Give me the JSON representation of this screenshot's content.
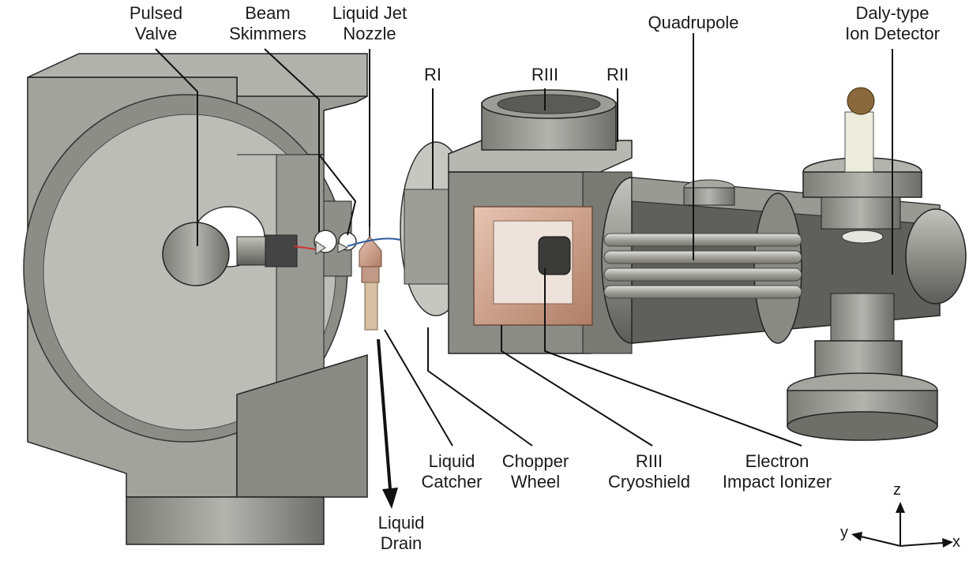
{
  "labels": {
    "pulsed_valve": [
      "Pulsed",
      "Valve"
    ],
    "beam_skimmers": [
      "Beam",
      "Skimmers"
    ],
    "liquid_jet_nozzle": [
      "Liquid Jet",
      "Nozzle"
    ],
    "ri": "RI",
    "riii_top": "RIII",
    "rii": "RII",
    "quadrupole": "Quadrupole",
    "daly_detector": [
      "Daly-type",
      "Ion Detector"
    ],
    "liquid_catcher": [
      "Liquid",
      "Catcher"
    ],
    "chopper_wheel": [
      "Chopper",
      "Wheel"
    ],
    "riii_cryoshield": [
      "RIII",
      "Cryoshield"
    ],
    "electron_impact_ionizer": [
      "Electron",
      "Impact Ionizer"
    ],
    "liquid_drain": [
      "Liquid",
      "Drain"
    ]
  },
  "axes": {
    "z": "z",
    "y": "y",
    "x": "x"
  },
  "colors": {
    "steel_light": "#a9a9a4",
    "steel_mid": "#8e8e89",
    "steel_dark": "#5f5f5b",
    "copper": "#c99a82",
    "beam": "#2e5c9e",
    "line": "#111111"
  }
}
